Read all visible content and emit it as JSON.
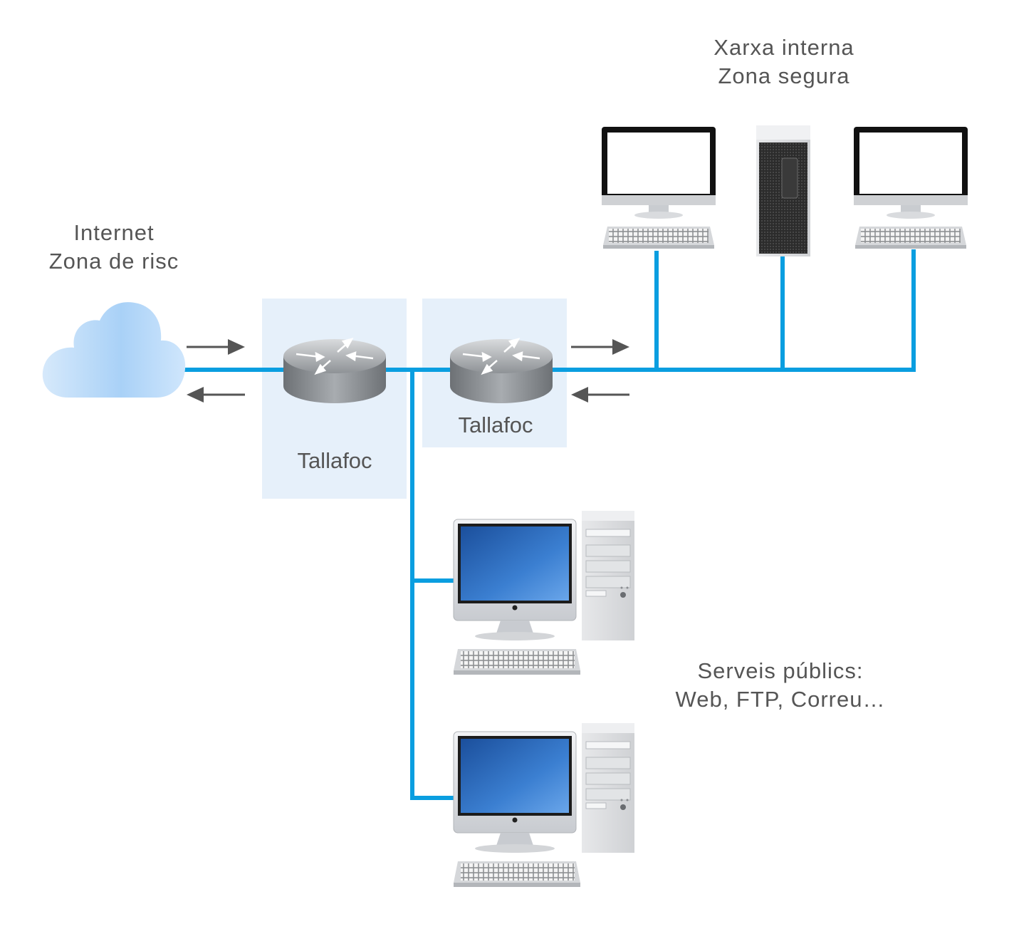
{
  "zones": {
    "internet": {
      "title": "Internet",
      "subtitle": "Zona de risc"
    },
    "internal": {
      "title": "Xarxa interna",
      "subtitle": "Zona segura"
    },
    "public": {
      "title": "Serveis públics:",
      "subtitle": "Web, FTP, Correu…"
    }
  },
  "firewalls": [
    {
      "label": "Tallafoc"
    },
    {
      "label": "Tallafoc"
    }
  ],
  "colors": {
    "network_line": "#0a9ee0",
    "firewall_box": "#e6f0fa",
    "arrow": "#555555",
    "text": "#555555",
    "cloud": "#a9d1f7"
  },
  "icons": [
    "cloud-icon",
    "router-icon",
    "monitor-icon",
    "keyboard-icon",
    "tower-icon",
    "desktop-computer-icon"
  ]
}
